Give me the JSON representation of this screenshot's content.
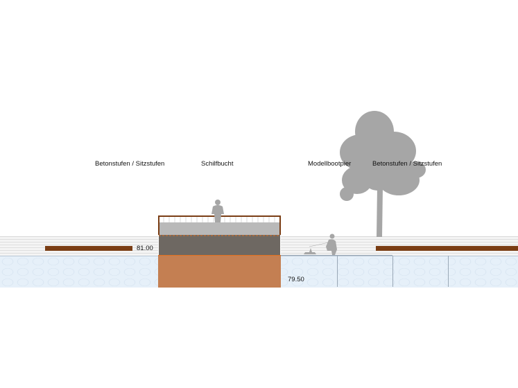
{
  "labels": {
    "steps_left": "Betonstufen / Sitzstufen",
    "reed_bay": "Schilfbucht",
    "model_boat_pier": "Modellbootpier",
    "steps_right": "Betonstufen / Sitzstufen"
  },
  "elevations": {
    "upper": "81.00",
    "lower": "79.50"
  },
  "colors": {
    "wood": "#7a3d14",
    "reed_block": "#c47f52",
    "water": "#e6f0f9",
    "silhouette": "#a6a6a6"
  }
}
